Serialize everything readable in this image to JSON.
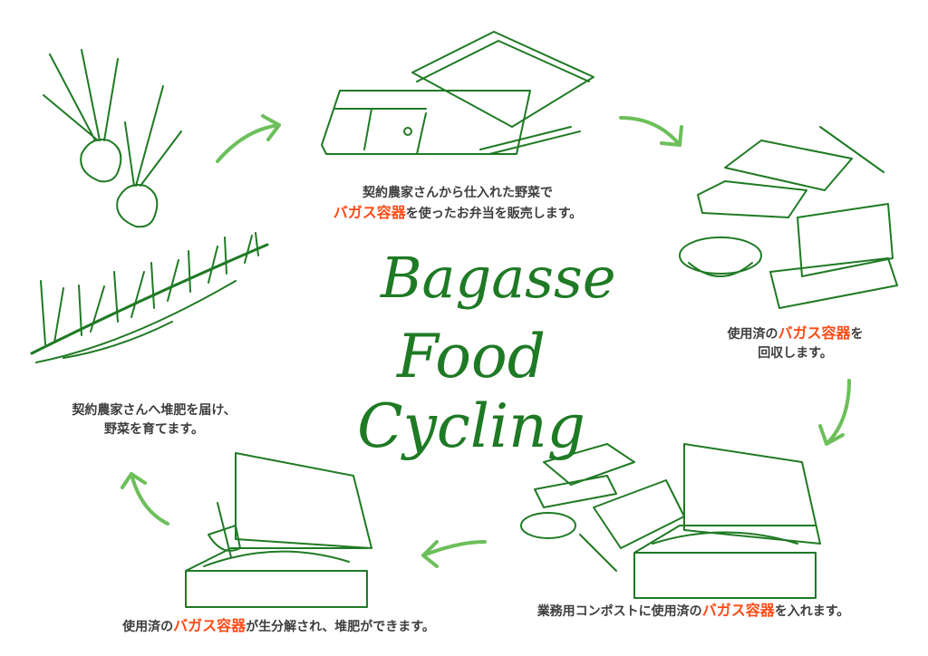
{
  "title": {
    "line1": "Bagasse",
    "line2": "Food Cycling"
  },
  "steps": [
    {
      "line1": "契約農家さんから仕入れた野菜で",
      "highlight": "バガス容器",
      "line2_rest": "を使ったお弁当を販売します。"
    },
    {
      "prefix": "使用済の",
      "highlight": "バガス容器",
      "suffix": "を",
      "line2": "回収します。"
    },
    {
      "prefix": "業務用コンポストに使用済の",
      "highlight": "バガス容器",
      "suffix": "を入れます。"
    },
    {
      "prefix": "使用済の",
      "highlight": "バガス容器",
      "suffix": "が生分解され、堆肥ができます。"
    },
    {
      "line1": "契約農家さんへ堆肥を届け、",
      "line2": "野菜を育てます。"
    }
  ],
  "colors": {
    "ink": "#1f7a24",
    "arrow": "#6cbf5a",
    "highlight": "#ff4b16",
    "text": "#3d3d3d"
  }
}
